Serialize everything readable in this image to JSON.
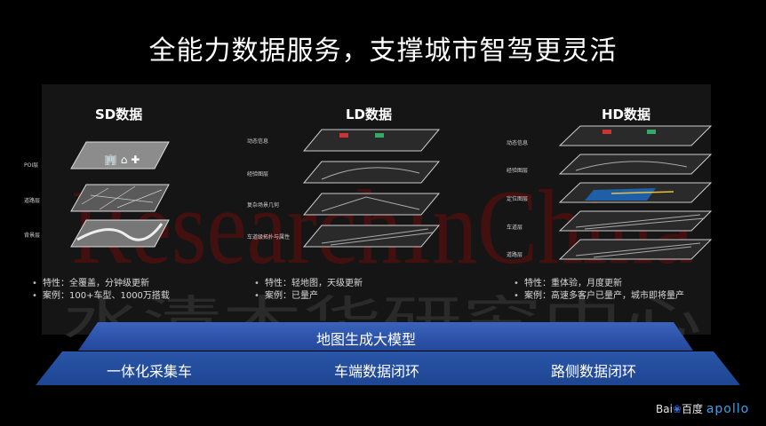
{
  "title": "全能力数据服务，支撑城市智驾更灵活",
  "columns": [
    {
      "name": "SD数据",
      "layers": [
        "POI层",
        "道路层",
        "背景层"
      ],
      "feature": "特性：全覆盖，分钟级更新",
      "case": "案例：100+车型、1000万搭载"
    },
    {
      "name": "LD数据",
      "layers": [
        "动态信息",
        "经验图层",
        "复杂场景几何",
        "车道级拓扑与属性"
      ],
      "feature": "特性：轻地图，天级更新",
      "case": "案例：已量产"
    },
    {
      "name": "HD数据",
      "layers": [
        "动态信息",
        "经验图层",
        "定位图层",
        "车道层",
        "道路层"
      ],
      "feature": "特性：重体验，月度更新",
      "case": "案例：高速多客户已量产，城市即将量产"
    }
  ],
  "model_band": "地图生成大模型",
  "bottom_band": [
    "一体化采集车",
    "车端数据闭环",
    "路侧数据闭环"
  ],
  "watermark": {
    "latin": "ResearchInChina",
    "chinese": "水清木华研究中心"
  },
  "logo": {
    "bai": "Bai",
    "du": "百度",
    "apollo": "apollo"
  },
  "colors": {
    "band_top": "#2d56b0",
    "band_bottom": "#1e4a9c",
    "watermark_red": "#7a0f0f"
  }
}
